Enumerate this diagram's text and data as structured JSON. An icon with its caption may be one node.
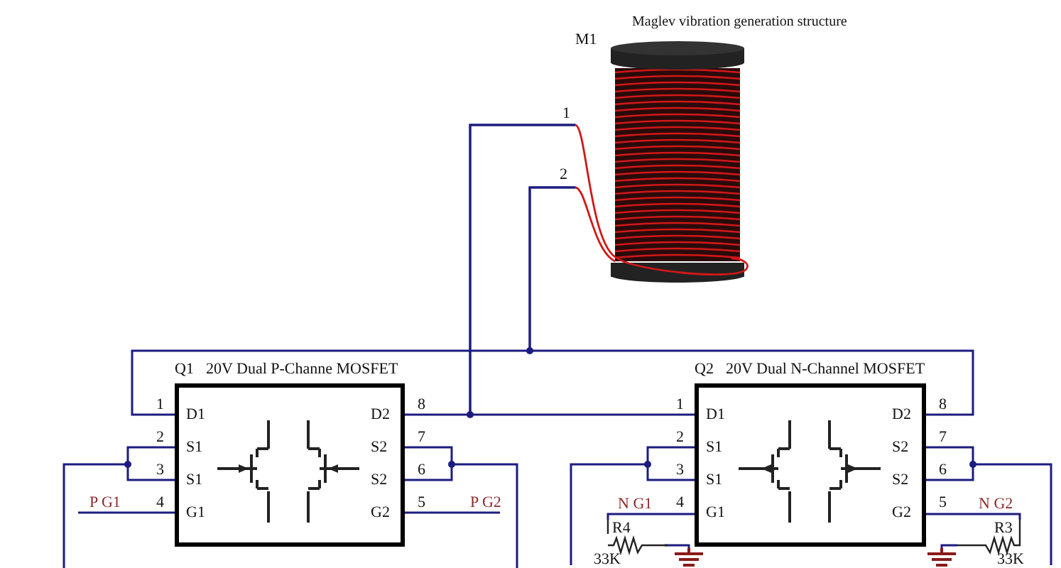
{
  "diagram": {
    "nodes": [
      {
        "text": [
          "M1",
          "Maglev vibration generation structure"
        ]
      },
      {
        "text": [
          "Q1",
          "20V Dual P-Channe MOSFET"
        ]
      },
      {
        "text": [
          "Q2",
          "20V Dual N-Channel MOSFET"
        ]
      },
      {
        "text": [
          "R4",
          "33K"
        ]
      },
      {
        "text": [
          "R3",
          "33K"
        ]
      },
      {
        "text": [],
        "shape": "ground"
      },
      {
        "text": [],
        "shape": "ground"
      }
    ],
    "edges": [
      {
        "from": 0,
        "to": 1,
        "arrow": "none"
      },
      {
        "from": 0,
        "to": 2,
        "arrow": "none"
      },
      {
        "from": 0,
        "to": 1,
        "arrow": "none"
      },
      {
        "from": 0,
        "to": 2,
        "arrow": "none"
      },
      {
        "from": 1,
        "to": null,
        "arrow": "none"
      },
      {
        "from": 1,
        "to": null,
        "arrow": "none"
      },
      {
        "from": 1,
        "to": null,
        "arrow": "none",
        "label": "P G1"
      },
      {
        "from": 1,
        "to": null,
        "arrow": "none",
        "label": "P G2"
      },
      {
        "from": 2,
        "to": null,
        "arrow": "none"
      },
      {
        "from": 2,
        "to": null,
        "arrow": "none"
      },
      {
        "from": 2,
        "to": 3,
        "arrow": "none",
        "label": "N G1"
      },
      {
        "from": 3,
        "to": 5,
        "arrow": "none"
      },
      {
        "from": 2,
        "to": 4,
        "arrow": "none",
        "label": "N G2"
      },
      {
        "from": 4,
        "to": 6,
        "arrow": "none"
      }
    ],
    "labels": [
      "1",
      "2",
      "1",
      "D1",
      "2",
      "S1",
      "3",
      "S1",
      "4",
      "G1",
      "8",
      "D2",
      "7",
      "S2",
      "6",
      "S2",
      "5",
      "G2",
      "1",
      "D1",
      "2",
      "S1",
      "3",
      "S1",
      "4",
      "G1",
      "8",
      "D2",
      "7",
      "S2",
      "6",
      "S2",
      "5",
      "G2"
    ]
  }
}
